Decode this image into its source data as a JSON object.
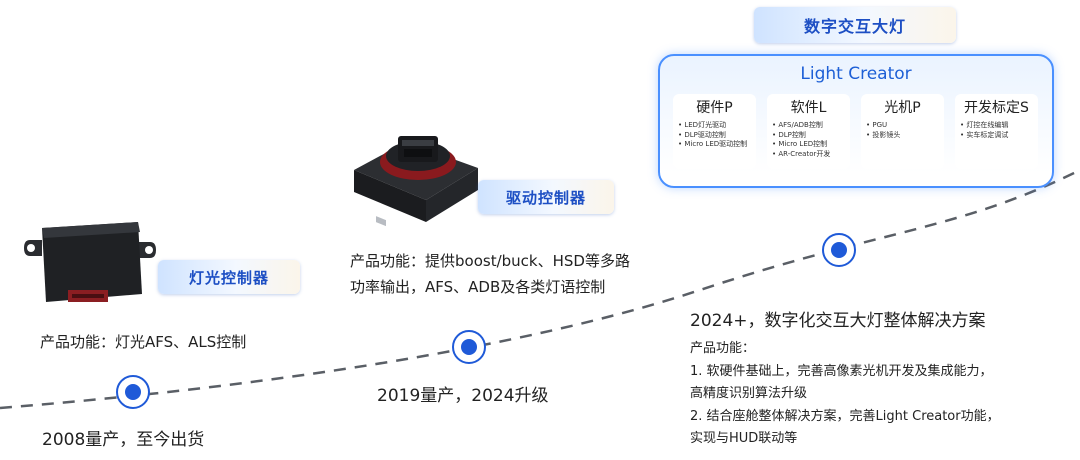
{
  "stages": [
    {
      "tag": "灯光控制器",
      "function": "产品功能：灯光AFS、ALS控制",
      "year": "2008量产，至今出货"
    },
    {
      "tag": "驱动控制器",
      "function_line1": "产品功能：提供boost/buck、HSD等多路",
      "function_line2": "功率输出，AFS、ADB及各类灯语控制",
      "year": "2019量产，2024升级"
    },
    {
      "tag": "数字交互大灯",
      "panel_title": "Light Creator",
      "cards": [
        {
          "title": "硬件P",
          "items": [
            "LED灯光驱动",
            "DLP驱动控制",
            "Micro LED驱动控制"
          ]
        },
        {
          "title": "软件L",
          "items": [
            "AFS/ADB控制",
            "DLP控制",
            "Micro LED控制",
            "AR-Creator开发"
          ]
        },
        {
          "title": "光机P",
          "items": [
            "PGU",
            "投影镜头"
          ]
        },
        {
          "title": "开发标定S",
          "items": [
            "灯控在线编辑",
            "实车标定调试"
          ]
        }
      ],
      "heading": "2024+，数字化交互大灯整体解决方案",
      "function_label": "产品功能：",
      "function_lines": [
        "1. 软硬件基础上，完善高像素光机开发及集成能力，",
        "高精度识别算法升级",
        "2. 结合座舱整体解决方案，完善Light  Creator功能，",
        "实现与HUD联动等"
      ]
    }
  ],
  "colors": {
    "accent": "#1d5fd6",
    "milestone_ring": "#1f5ad8",
    "curve": "#5a5f66"
  }
}
